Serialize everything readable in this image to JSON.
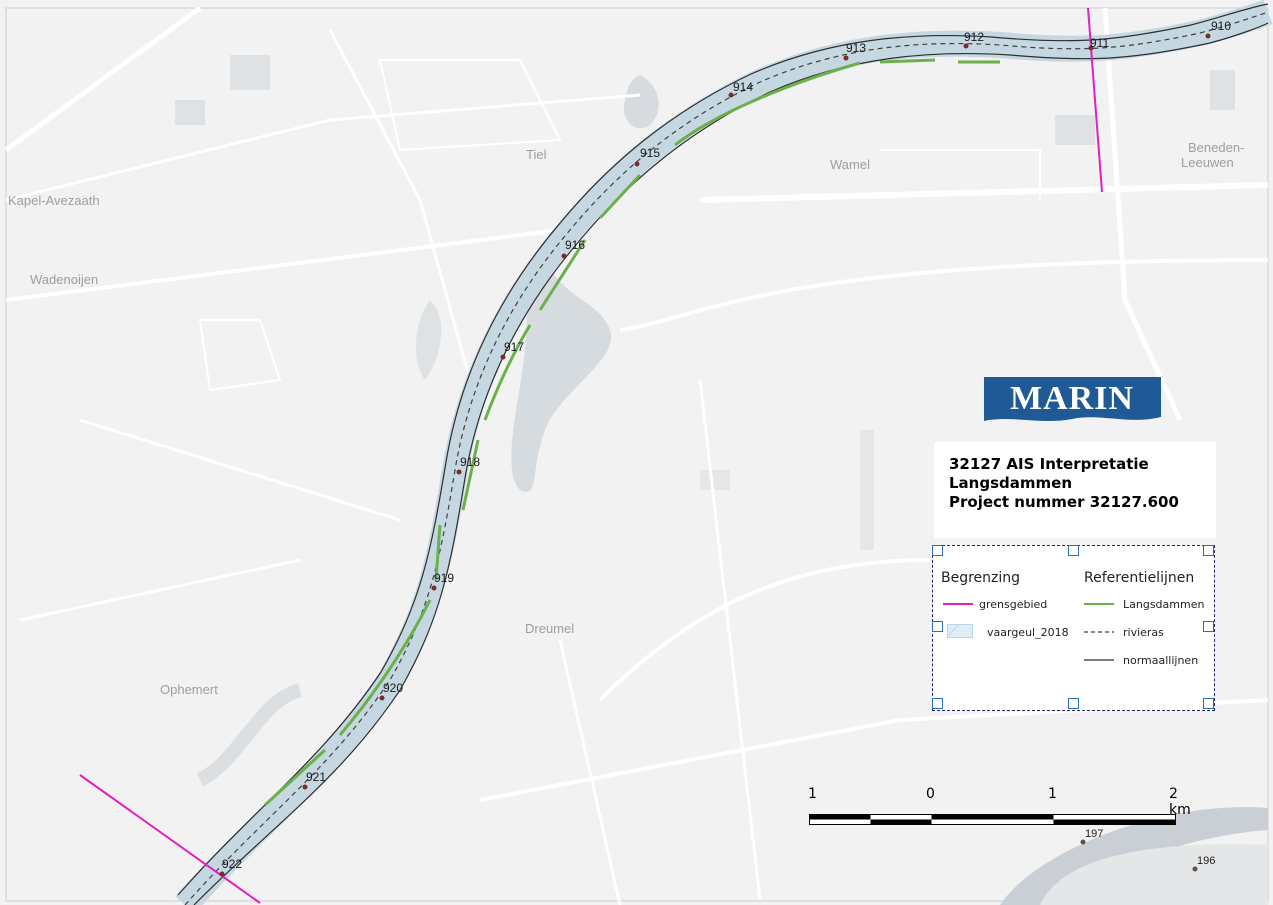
{
  "map": {
    "place_names": [
      "Tiel",
      "Kapel-Avezaath",
      "Wadenoijen",
      "Wamel",
      "Beneden-",
      "Leeuwen",
      "Dreumel",
      "Ophemert"
    ],
    "river_km_markers": [
      "910",
      "911",
      "912",
      "913",
      "914",
      "915",
      "916",
      "917",
      "918",
      "919",
      "920",
      "921",
      "922"
    ],
    "other_km_markers": [
      "197",
      "196"
    ],
    "colors": {
      "background": "#f1f2f1",
      "fairway_fill": "#c5d8e2",
      "normaallijnen": "#2e2e2e",
      "rivieras": "#404040",
      "langsdammen": "#6bb04a",
      "grensgebied": "#e020c0",
      "marker_dot": "#7a2a2a"
    }
  },
  "logo": {
    "text": "MARIN",
    "color": "#1f5a96"
  },
  "title_block": {
    "line1": "32127 AIS Interpretatie",
    "line2": "Langsdammen",
    "line3": "Project nummer 32127.600"
  },
  "legend": {
    "col1_heading": "Begrenzing",
    "col2_heading": "Referentielijnen",
    "items": {
      "grensgebied": "grensgebied",
      "vaargeul": "vaargeul_2018",
      "langsdammen": "Langsdammen",
      "rivieras": "rivieras",
      "normaallijnen": "normaallijnen"
    }
  },
  "scale_bar": {
    "labels": [
      "1",
      "0",
      "1",
      "2 km"
    ]
  }
}
